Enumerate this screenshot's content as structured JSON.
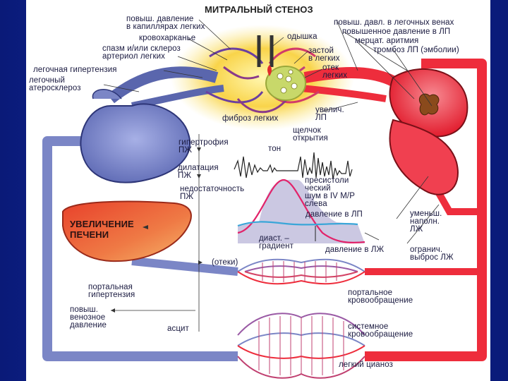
{
  "title": "МИТРАЛЬНЫЙ СТЕНОЗ",
  "labels": {
    "cap_pressure": "повыш. давление\nв капиллярах легких",
    "hemoptysis": "кровохарканье",
    "arteriole_spasm": "спазм и/или склероз\nартериол легких",
    "pulm_hypertension": "легочная гипертензия",
    "pulm_atherosclerosis": "легочный\nатеросклероз",
    "dyspnea": "одышка",
    "congestion": "застой\nв легких",
    "edema_lungs": "отек\nлегких",
    "fibrosis": "фиброз легких",
    "pv_pressure": "повыш. давл. в легочных венах",
    "la_pressure": "повышенное давление в ЛП",
    "afib": "мерцат. аритмия",
    "la_thrombosis": "тромбоз ЛП (эмболии)",
    "la_enlarged": "увелич.\nЛП",
    "rv_hypertrophy": "гипертрофия\nПЖ",
    "tone": "тон",
    "opening_snap": "щелчок\nоткрытия",
    "rv_dilation": "дилатация\nПЖ",
    "rv_failure": "недостаточность\nПЖ",
    "presystolic": "пресистоли\nческий\nшум в IV М/Р\nслева",
    "la_pressure_curve": "давление в ЛП",
    "diast_gradient": "диаст. –\nградиент",
    "lv_pressure": "давление в ЛЖ",
    "lv_filling": "уменьш.\nнаполн.\nЛЖ",
    "output_limit": "огранич.\nвыброс ЛЖ",
    "liver": "УВЕЛИЧЕНИЕ\nПЕЧЕНИ",
    "edema": "(отеки)",
    "portal_hypertension": "портальная\nгипертензия",
    "venous_pressure": "повыш.\nвенозное\nдавление",
    "ascites": "асцит",
    "portal_circulation": "портальное\nкровообращение",
    "systemic_circulation": "системное\nкровообращение",
    "cyanosis": "легкий цианоз"
  },
  "colors": {
    "venous": "#7b86c6",
    "arterial": "#ee2d3c",
    "liver": "#e14a33",
    "lung_glow": "#f7d13b",
    "slide_bg": "#0b1f8a"
  }
}
